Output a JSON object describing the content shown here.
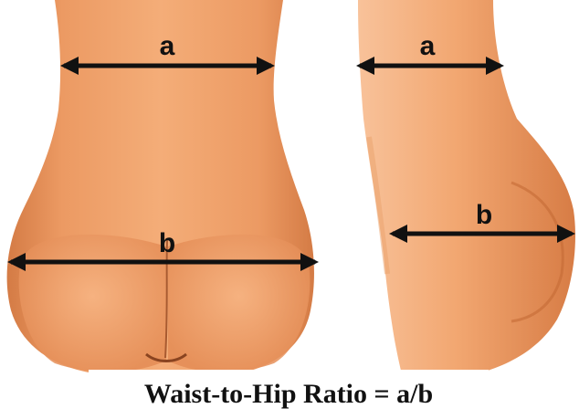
{
  "figures": {
    "back_view": {
      "waist_label": "a",
      "hip_label": "b"
    },
    "side_view": {
      "waist_label": "a",
      "hip_label": "b"
    }
  },
  "caption": "Waist-to-Hip Ratio = a/b",
  "colors": {
    "skin_light": "#f6b98a",
    "skin_mid": "#ec9a63",
    "skin_dark": "#c9703f",
    "arrow": "#111111",
    "background": "#ffffff"
  }
}
